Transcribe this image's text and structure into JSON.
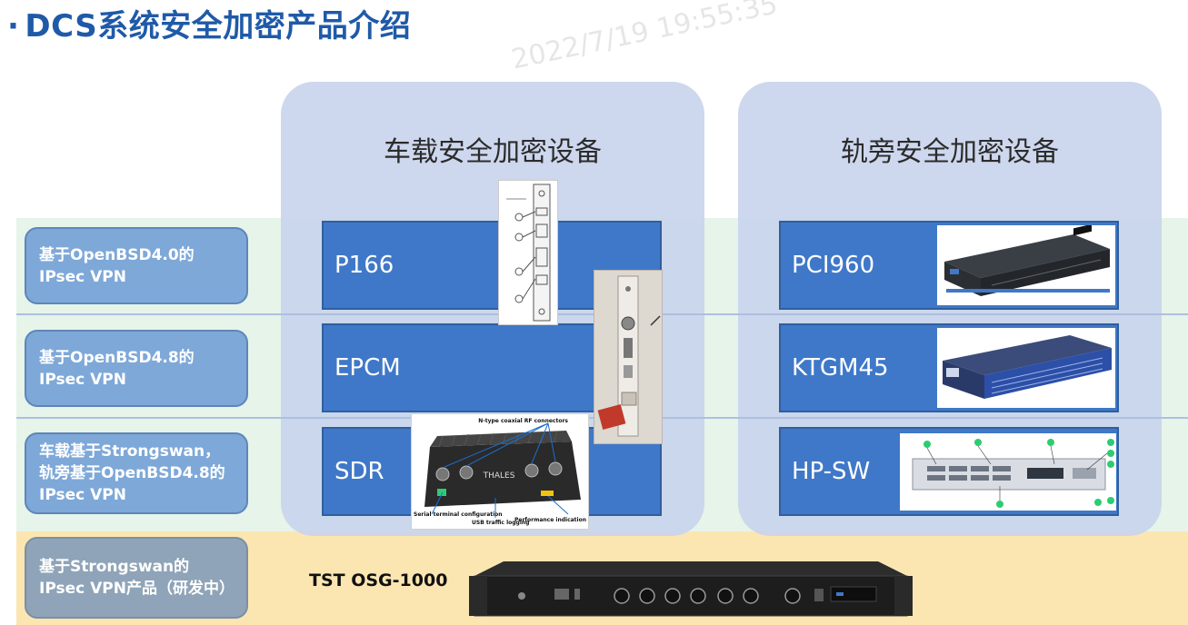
{
  "header": {
    "bullet": "·",
    "title": "DCS系统安全加密产品介绍",
    "watermark": "2022/7/19 19:55:35"
  },
  "columns": {
    "left_title": "车载安全加密设备",
    "right_title": "轨旁安全加密设备"
  },
  "rows": [
    {
      "label": "基于OpenBSD4.0的IPsec VPN"
    },
    {
      "label": "基于OpenBSD4.8的IPsec VPN"
    },
    {
      "label": "车载基于Strongswan，轨旁基于OpenBSD4.8的IPsec VPN"
    },
    {
      "label": "基于Strongswan的IPsec VPN产品（研发中）"
    }
  ],
  "devices": {
    "onboard": [
      "P166",
      "EPCM",
      "SDR"
    ],
    "wayside": [
      "PCI960",
      "KTGM45",
      "HP-SW"
    ],
    "future": "TST OSG-1000"
  },
  "sdr_photo": {
    "brand": "THALES",
    "callout_top": "N-type coaxial RF connectors",
    "callout_left": "Serial terminal configuration",
    "callout_mid": "USB traffic logging",
    "callout_right": "Performance indication"
  },
  "colors": {
    "title": "#1f5aa8",
    "device_box": "#3f78c8",
    "row_label": "#7ea8d8",
    "column_bg": "#c9d4ec",
    "band_green": "#e6f4ea",
    "band_yellow": "#fbe6b2"
  }
}
